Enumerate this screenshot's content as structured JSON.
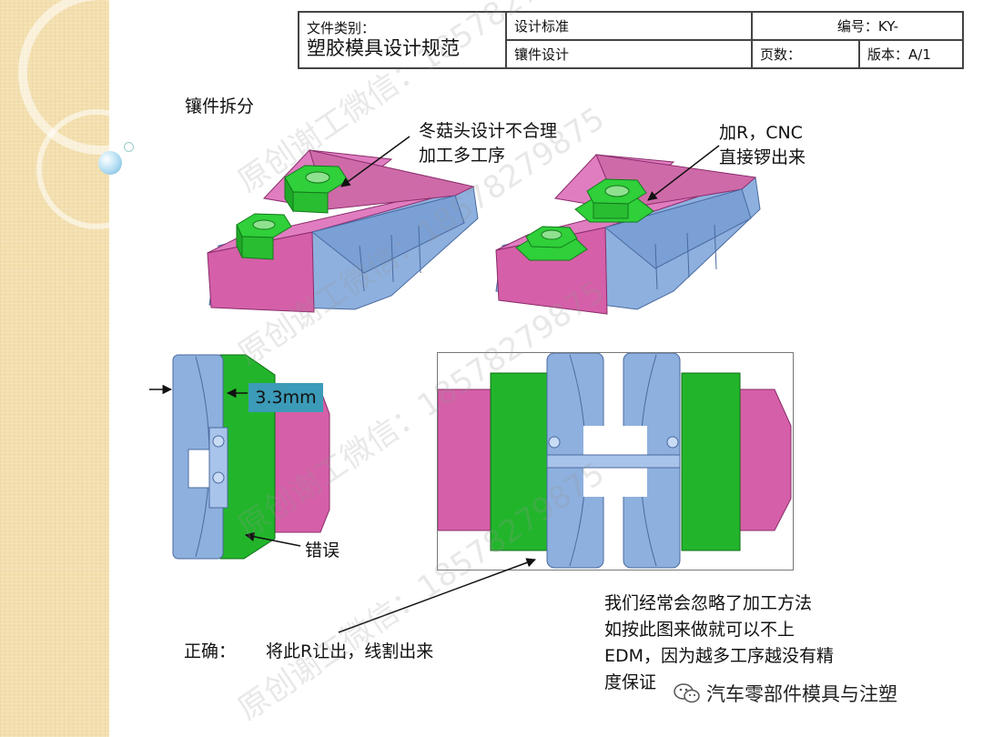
{
  "header": {
    "category_label": "文件类别：",
    "category_name": "塑胶模具设计规范",
    "standard": "设计标准",
    "topic": "镶件设计",
    "number": "编号：KY-",
    "pages": "页数：",
    "version": "版本：A/1"
  },
  "section_title": "镶件拆分",
  "callouts": {
    "left_top_1": "冬菇头设计不合理",
    "left_top_2": "加工多工序",
    "right_top_1": "加R，CNC",
    "right_top_2": "直接锣出来",
    "dimension": "3.3mm",
    "wrong": "错误",
    "correct_prefix": "正确：",
    "correct_text": "将此R让出，线割出来",
    "note_line1": "我们经常会忽略了加工方法",
    "note_line2": "如按此图来做就可以不上",
    "note_line3": "EDM，因为越多工序越没有精",
    "note_line4": "度保证"
  },
  "watermark": "原创谢工微信：18578279875",
  "footer": {
    "wechat_account": "汽车零部件模具与注塑"
  },
  "colors": {
    "pink": "#dc6fb0",
    "green": "#22c12a",
    "steel_blue": "#7fa6d8",
    "label_box": "#3c9bb8"
  },
  "icons": {
    "wechat": "wechat-icon"
  }
}
